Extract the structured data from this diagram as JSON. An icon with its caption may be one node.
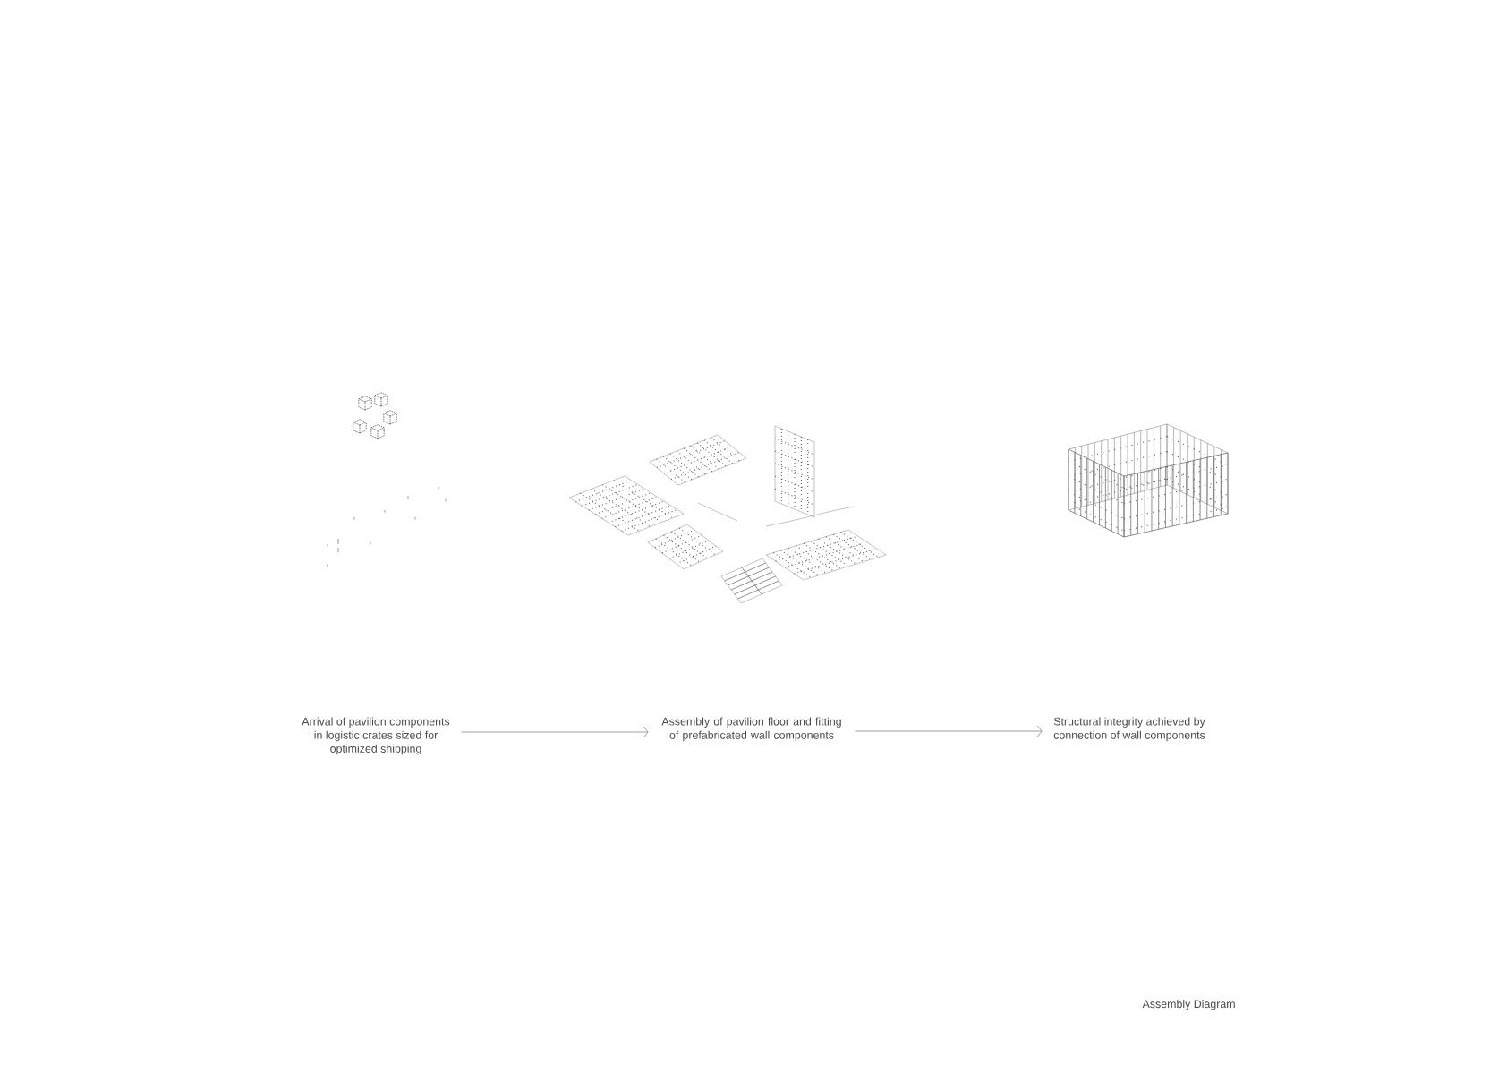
{
  "diagram": {
    "caption": "Assembly Diagram",
    "nodes": [
      {
        "text": [
          "Arrival of pavilion components in logistic crates sized for optimized shipping"
        ]
      },
      {
        "text": [
          "Assembly of pavilion floor and fitting of prefabricated wall components"
        ]
      },
      {
        "text": [
          "Structural integrity achieved by connection of wall components"
        ]
      }
    ],
    "edges": [
      {
        "from": 0,
        "to": 1,
        "arrow": "to"
      },
      {
        "from": 1,
        "to": 2,
        "arrow": "to"
      }
    ]
  }
}
